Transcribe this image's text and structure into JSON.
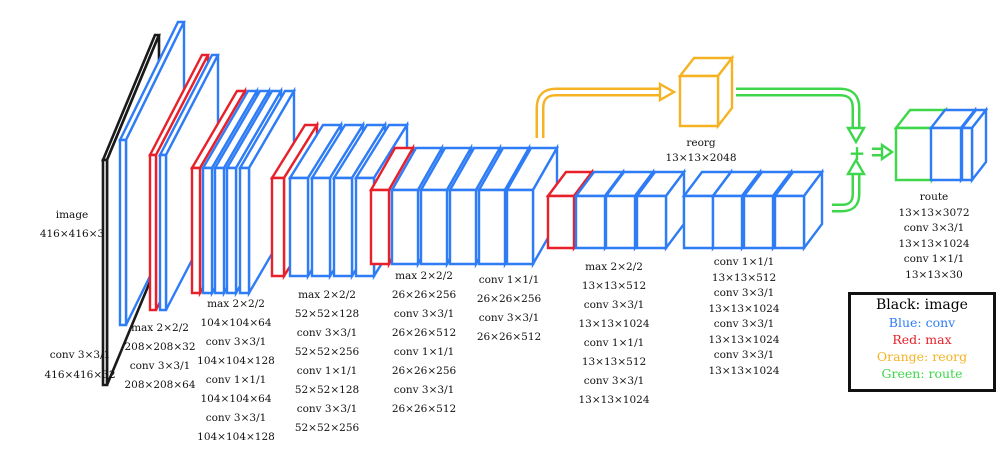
{
  "colors": {
    "image": "#1a1a1a",
    "conv": "#2e7cf6",
    "max": "#e8202a",
    "reorg": "#f5b324",
    "route": "#3ed64a"
  },
  "labels": {
    "image": [
      "image",
      "416×416×3"
    ],
    "stage1": [
      "conv 3×3/1",
      "416×416×32"
    ],
    "stage2": [
      "max 2×2/2",
      "208×208×32",
      "conv 3×3/1",
      "208×208×64"
    ],
    "stage3": [
      "max 2×2/2",
      "104×104×64",
      "conv 3×3/1",
      "104×104×128",
      "conv 1×1/1",
      "104×104×64",
      "conv 3×3/1",
      "104×104×128"
    ],
    "stage4": [
      "max 2×2/2",
      "52×52×128",
      "conv 3×3/1",
      "52×52×256",
      "conv 1×1/1",
      "52×52×128",
      "conv 3×3/1",
      "52×52×256"
    ],
    "stage5a": [
      "max 2×2/2",
      "26×26×256",
      "conv 3×3/1",
      "26×26×512",
      "conv 1×1/1",
      "26×26×256",
      "conv 3×3/1",
      "26×26×512"
    ],
    "stage5b": [
      "conv 1×1/1",
      "26×26×256",
      "conv 3×3/1",
      "26×26×512"
    ],
    "stage6a": [
      "max 2×2/2",
      "13×13×512",
      "conv 3×3/1",
      "13×13×1024",
      "conv 1×1/1",
      "13×13×512",
      "conv 3×3/1",
      "13×13×1024"
    ],
    "stage6b": [
      "conv 1×1/1",
      "13×13×512",
      "conv 3×3/1",
      "13×13×1024",
      "conv 3×3/1",
      "13×13×1024",
      "conv 3×3/1",
      "13×13×1024"
    ],
    "reorg": [
      "reorg",
      "13×13×2048"
    ],
    "route": [
      "route",
      "13×13×3072",
      "conv 3×3/1",
      "13×13×1024",
      "conv 1×1/1",
      "13×13×30"
    ]
  },
  "plus_symbol": "+",
  "legend": {
    "title": "Black: image",
    "items": [
      {
        "label": "Blue: conv",
        "color_key": "conv"
      },
      {
        "label": "Red: max",
        "color_key": "max"
      },
      {
        "label": "Orange: reorg",
        "color_key": "reorg"
      },
      {
        "label": "Green: route",
        "color_key": "route"
      }
    ]
  }
}
